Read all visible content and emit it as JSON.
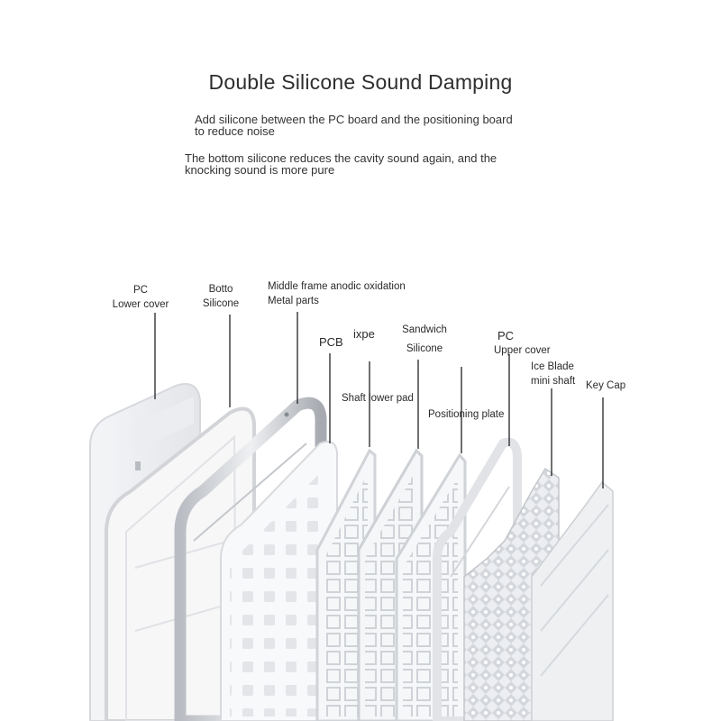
{
  "title": "Double Silicone Sound Damping",
  "descriptions": [
    [
      "Add silicone between the PC board and the positioning board",
      "to reduce noise"
    ],
    [
      "The bottom silicone reduces the cavity sound again, and the",
      "knocking sound is more pure"
    ]
  ],
  "labels": {
    "pc_lower": [
      "PC",
      "Lower cover"
    ],
    "bottom_silicone": [
      "Botto",
      "Silicone"
    ],
    "middle_frame": [
      "Middle frame anodic oxidation",
      "Metal parts"
    ],
    "pcb": "PCB",
    "ixpe": "ixpe",
    "shaft_lower_pad": "Shaft lower pad",
    "sandwich_silicone": [
      "Sandwich",
      "Silicone"
    ],
    "positioning_plate": "Positioning plate",
    "pc_upper": [
      "PC",
      "Upper cover"
    ],
    "ice_blade": [
      "Ice Blade",
      "mini shaft"
    ],
    "key_cap": "Key Cap"
  }
}
